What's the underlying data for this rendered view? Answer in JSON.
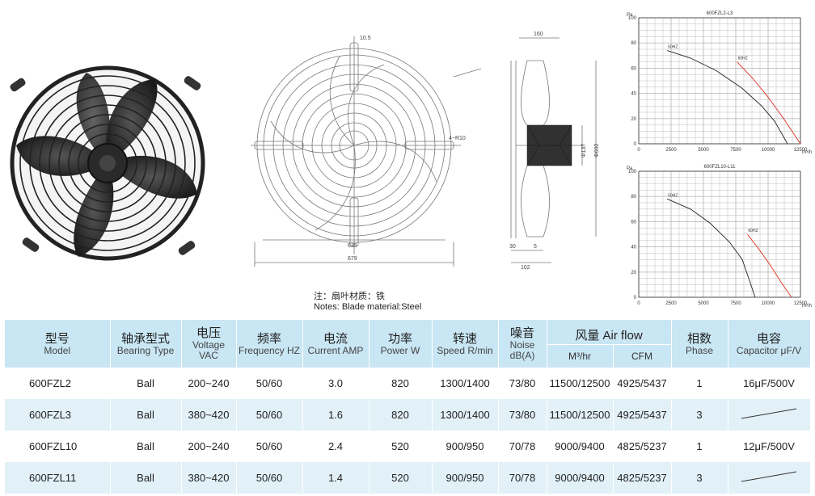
{
  "notes": {
    "cn": "注：扇叶材质：铁",
    "en": "Notes: Blade material:Steel"
  },
  "drawing": {
    "dim_top": "10.5",
    "dim_holes": "4−R10",
    "dim_inner_w": "635",
    "dim_outer_w": "679",
    "dim_depth_top": "160",
    "dim_hub": "Φ137",
    "dim_dia": "Φ600",
    "dim_left": "30",
    "dim_small": "5",
    "dim_bottom": "102"
  },
  "chart_data": [
    {
      "type": "line",
      "title": "600FZL2-L3",
      "ylabel": "Pa",
      "xlabel": "m³/h",
      "xlim": [
        0,
        12500
      ],
      "ylim": [
        0,
        100
      ],
      "x_ticks": [
        "0",
        "2500",
        "5000",
        "7500",
        "10000",
        "12500"
      ],
      "y_ticks": [
        "0",
        "20",
        "40",
        "60",
        "80",
        "100"
      ],
      "series": [
        {
          "name": "50HZ",
          "color": "#222222",
          "points": [
            [
              2200,
              74
            ],
            [
              4000,
              68
            ],
            [
              6000,
              58
            ],
            [
              8000,
              44
            ],
            [
              9500,
              30
            ],
            [
              10500,
              18
            ],
            [
              11500,
              0
            ]
          ]
        },
        {
          "name": "60HZ",
          "color": "#e03020",
          "points": [
            [
              7600,
              65
            ],
            [
              8800,
              52
            ],
            [
              10000,
              37
            ],
            [
              11200,
              20
            ],
            [
              12500,
              0
            ]
          ]
        }
      ]
    },
    {
      "type": "line",
      "title": "600FZL10-L11",
      "ylabel": "Pa",
      "xlabel": "m³/h",
      "xlim": [
        0,
        12500
      ],
      "ylim": [
        0,
        100
      ],
      "x_ticks": [
        "0",
        "2500",
        "5000",
        "7500",
        "10000",
        "12500"
      ],
      "y_ticks": [
        "0",
        "20",
        "40",
        "60",
        "80",
        "100"
      ],
      "series": [
        {
          "name": "50HZ",
          "color": "#222222",
          "points": [
            [
              2200,
              78
            ],
            [
              4000,
              70
            ],
            [
              5500,
              59
            ],
            [
              7000,
              44
            ],
            [
              8000,
              30
            ],
            [
              9000,
              0
            ]
          ]
        },
        {
          "name": "60HZ",
          "color": "#e03020",
          "points": [
            [
              8400,
              50
            ],
            [
              9300,
              38
            ],
            [
              10200,
              25
            ],
            [
              11000,
              12
            ],
            [
              11800,
              0
            ]
          ]
        }
      ]
    }
  ],
  "table": {
    "headers": [
      {
        "cn": "型号",
        "en": "Model"
      },
      {
        "cn": "轴承型式",
        "en": "Bearing Type"
      },
      {
        "cn": "电压",
        "en": "Voltage VAC"
      },
      {
        "cn": "频率",
        "en": "Frequency HZ"
      },
      {
        "cn": "电流",
        "en": "Current AMP"
      },
      {
        "cn": "功率",
        "en": "Power W"
      },
      {
        "cn": "转速",
        "en": "Speed R/min"
      },
      {
        "cn": "噪音",
        "en": "Noise dB(A)"
      },
      {
        "cn": "风量 Air flow",
        "en": ""
      },
      {
        "cn": "相数",
        "en": "Phase"
      },
      {
        "cn": "电容",
        "en": "Capacitor μF/V"
      }
    ],
    "airflow_sub": [
      "M³/hr",
      "CFM"
    ],
    "rows": [
      [
        "600FZL2",
        "Ball",
        "200~240",
        "50/60",
        "3.0",
        "820",
        "1300/1400",
        "73/80",
        "11500/12500",
        "4925/5437",
        "1",
        "16μF/500V"
      ],
      [
        "600FZL3",
        "Ball",
        "380~420",
        "50/60",
        "1.6",
        "820",
        "1300/1400",
        "73/80",
        "11500/12500",
        "4925/5437",
        "3",
        ""
      ],
      [
        "600FZL10",
        "Ball",
        "200~240",
        "50/60",
        "2.4",
        "520",
        "900/950",
        "70/78",
        "9000/9400",
        "4825/5237",
        "1",
        "12μF/500V"
      ],
      [
        "600FZL11",
        "Ball",
        "380~420",
        "50/60",
        "1.4",
        "520",
        "900/950",
        "70/78",
        "9000/9400",
        "4825/5237",
        "3",
        ""
      ]
    ]
  }
}
